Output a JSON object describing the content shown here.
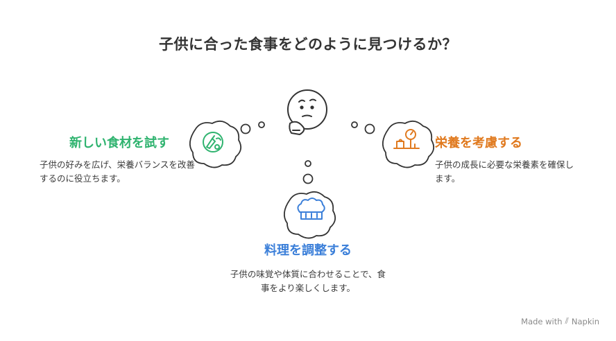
{
  "title": "子供に合った食事をどのように見つけるか？",
  "nodes": {
    "left": {
      "heading": "新しい食材を試す",
      "description": "子供の好みを広げ、栄養バランスを改善するのに役立ちます。",
      "color": "#2fb36f",
      "icon": "vegetables-icon"
    },
    "right": {
      "heading": "栄養を考慮する",
      "description": "子供の成長に必要な栄養素を確保します。",
      "color": "#e07a1f",
      "icon": "nutrition-scale-icon"
    },
    "bottom": {
      "heading": "料理を調整する",
      "description": "子供の味覚や体質に合わせることで、食事をより楽しくします。",
      "color": "#3b7fd9",
      "icon": "chef-hat-icon"
    }
  },
  "center_icon": "thinking-face-icon",
  "brand": {
    "text": "Made with",
    "name": "Napkin",
    "icon": "napkin-logo-icon"
  }
}
